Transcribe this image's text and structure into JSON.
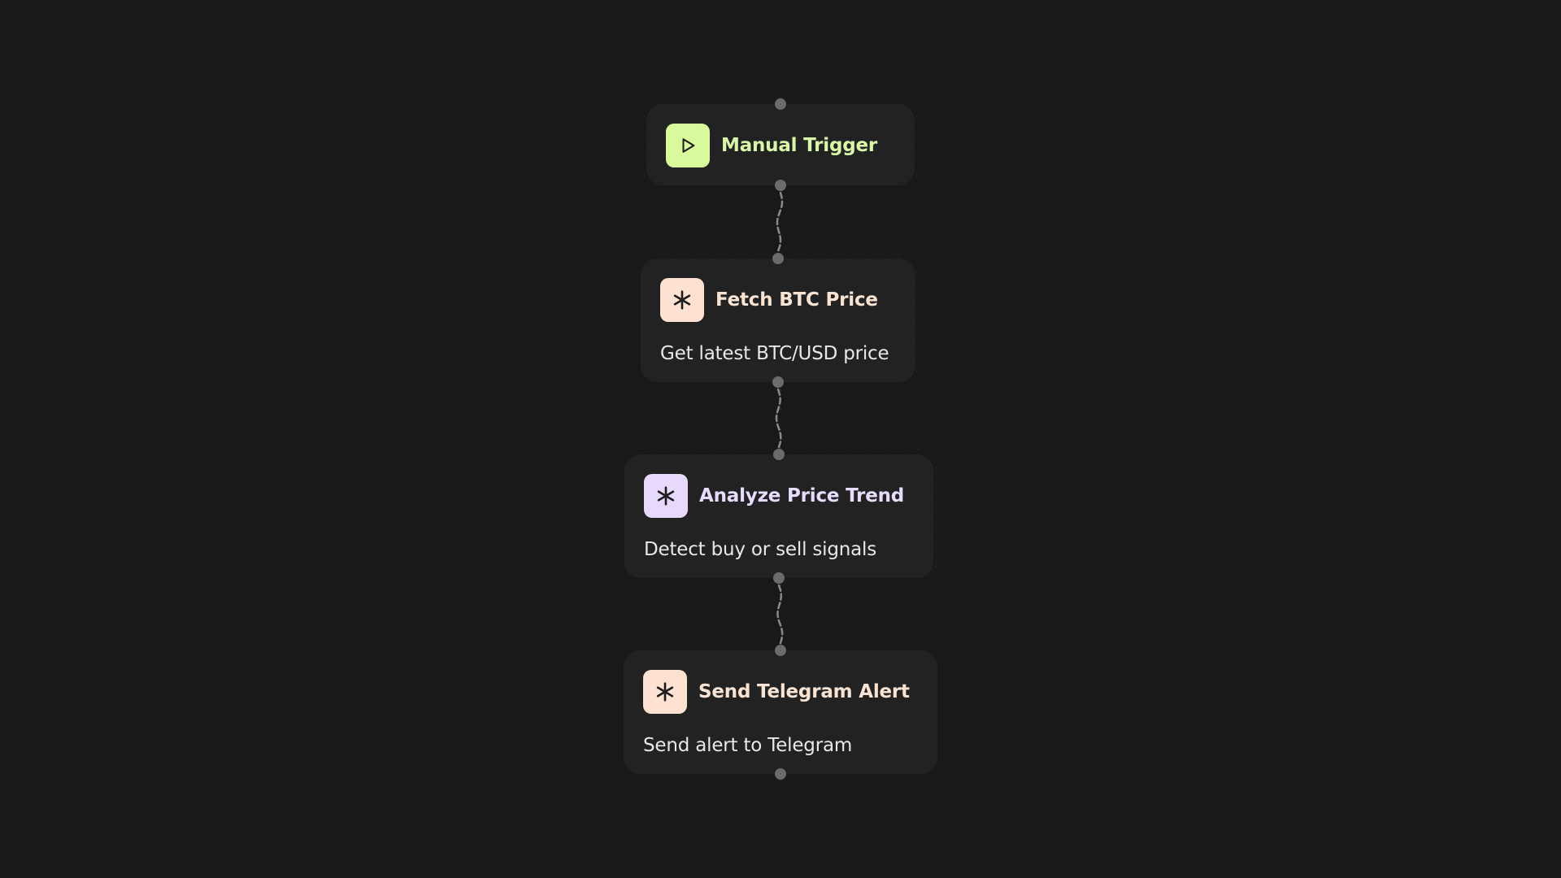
{
  "colors": {
    "canvas_bg": "#191919",
    "node_bg": "#222223",
    "port": "#6b6b6b",
    "edge": "#8a8a8a",
    "trigger_accent": "#d9f99d",
    "trigger_title": "#d9f7a8",
    "action_accent": "#fde2d2",
    "action_title": "#f9e3d3",
    "ai_accent": "#e6d9fb",
    "ai_title": "#e7dcfb"
  },
  "nodes": [
    {
      "id": "manual-trigger",
      "title": "Manual Trigger",
      "description": "",
      "icon": "play-icon",
      "kind": "trigger"
    },
    {
      "id": "fetch-btc-price",
      "title": "Fetch BTC Price",
      "description": "Get latest BTC/USD price",
      "icon": "asterisk-icon",
      "kind": "action"
    },
    {
      "id": "analyze-price-trend",
      "title": "Analyze Price Trend",
      "description": "Detect buy or sell signals",
      "icon": "asterisk-icon",
      "kind": "ai"
    },
    {
      "id": "send-telegram-alert",
      "title": "Send Telegram Alert",
      "description": "Send alert to Telegram",
      "icon": "asterisk-icon",
      "kind": "action"
    }
  ],
  "edges": [
    {
      "from": "manual-trigger",
      "to": "fetch-btc-price"
    },
    {
      "from": "fetch-btc-price",
      "to": "analyze-price-trend"
    },
    {
      "from": "analyze-price-trend",
      "to": "send-telegram-alert"
    }
  ]
}
